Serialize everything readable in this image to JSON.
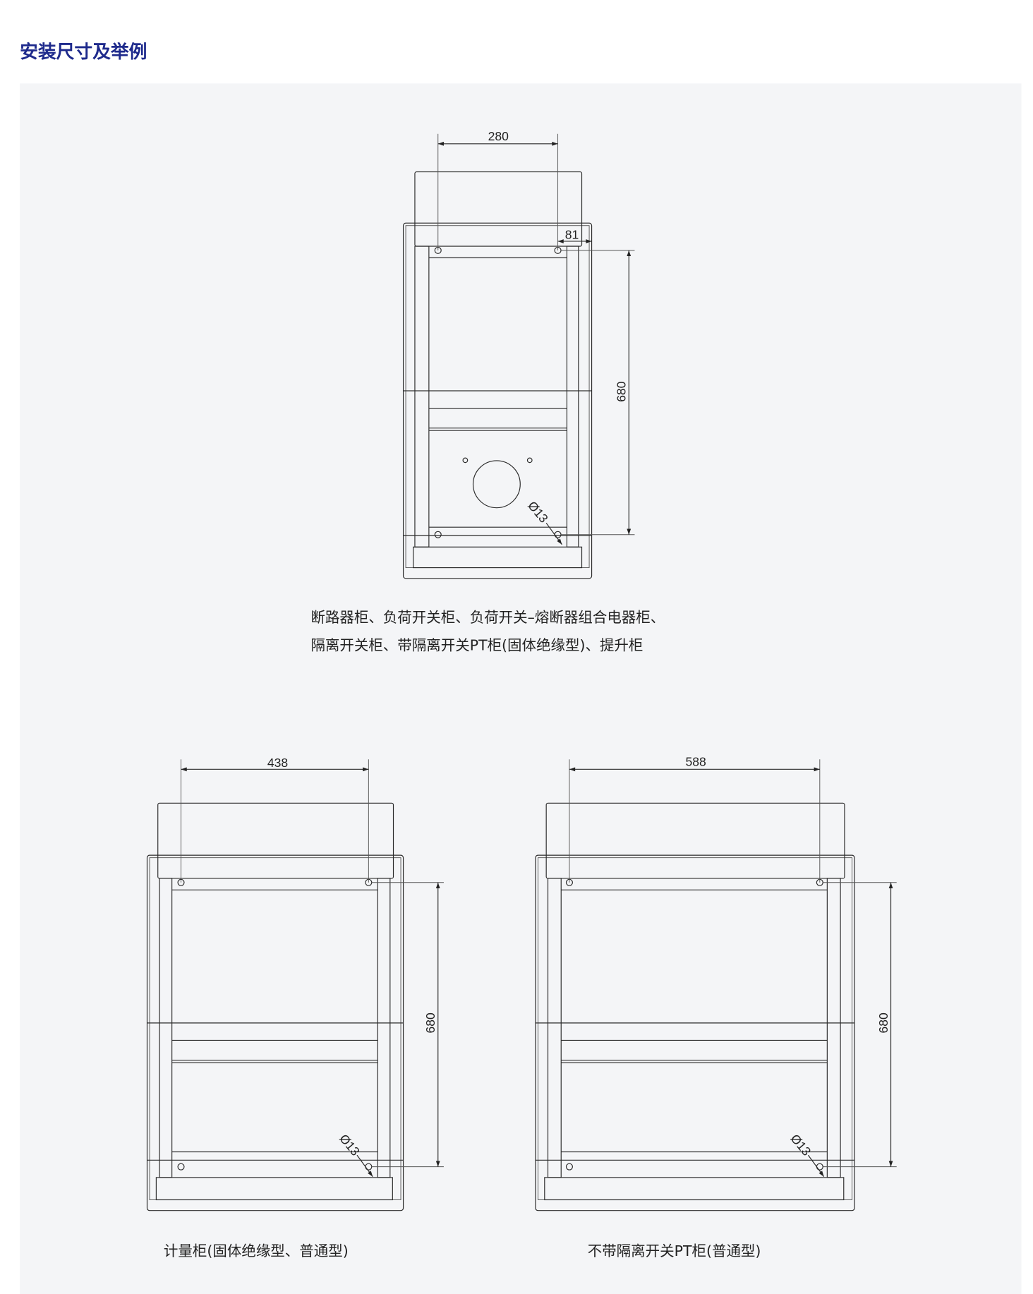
{
  "header": {
    "title": "安装尺寸及举例"
  },
  "colors": {
    "title": "#1e2a8c",
    "panel": "#f4f5f7",
    "line": "#2a2a2a"
  },
  "drawings": [
    {
      "caption_lines": [
        "断路器柜、负荷开关柜、负荷开关–熔断器组合电器柜、",
        "隔离开关柜、带隔离开关PT柜(固体绝缘型)、提升柜"
      ],
      "width_dim": "280",
      "side_dim": "81",
      "height_dim": "680",
      "hole_dim": "Ø13"
    },
    {
      "caption_lines": [
        "计量柜(固体绝缘型、普通型)"
      ],
      "width_dim": "438",
      "height_dim": "680",
      "hole_dim": "Ø13"
    },
    {
      "caption_lines": [
        "不带隔离开关PT柜(普通型)"
      ],
      "width_dim": "588",
      "height_dim": "680",
      "hole_dim": "Ø13"
    }
  ]
}
